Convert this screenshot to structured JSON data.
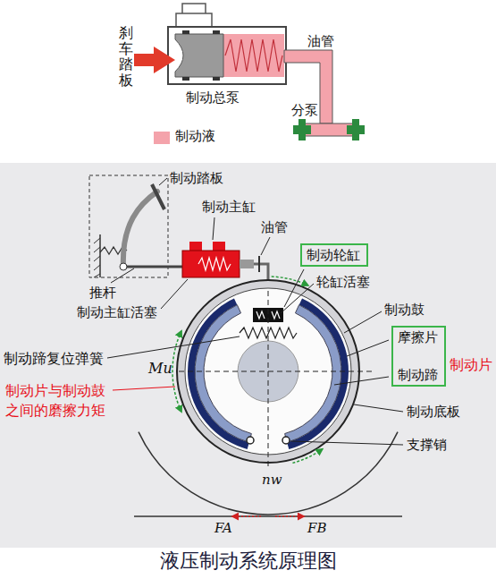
{
  "diagram": {
    "caption": "液压制动系统原理图",
    "nodes": [
      {
        "text": [
          "制动轮缸"
        ]
      },
      {
        "text": [
          "摩擦片",
          "制动蹄"
        ]
      }
    ],
    "labels": [
      "刹车踏板",
      "制动总泵",
      "油管",
      "分泵",
      "制动踏板",
      "制动主缸",
      "油管",
      "轮缸活塞",
      "制动鼓",
      "制动蹄复位弹簧",
      "制动片",
      "制动片与制动鼓之间的磨擦力矩",
      "推杆",
      "制动主缸活塞",
      "制动底板",
      "支撑销",
      "Mu",
      "nw",
      "FA",
      "FB"
    ],
    "legend": [
      {
        "text": "制动液",
        "color": "#f4a3ab"
      }
    ]
  }
}
